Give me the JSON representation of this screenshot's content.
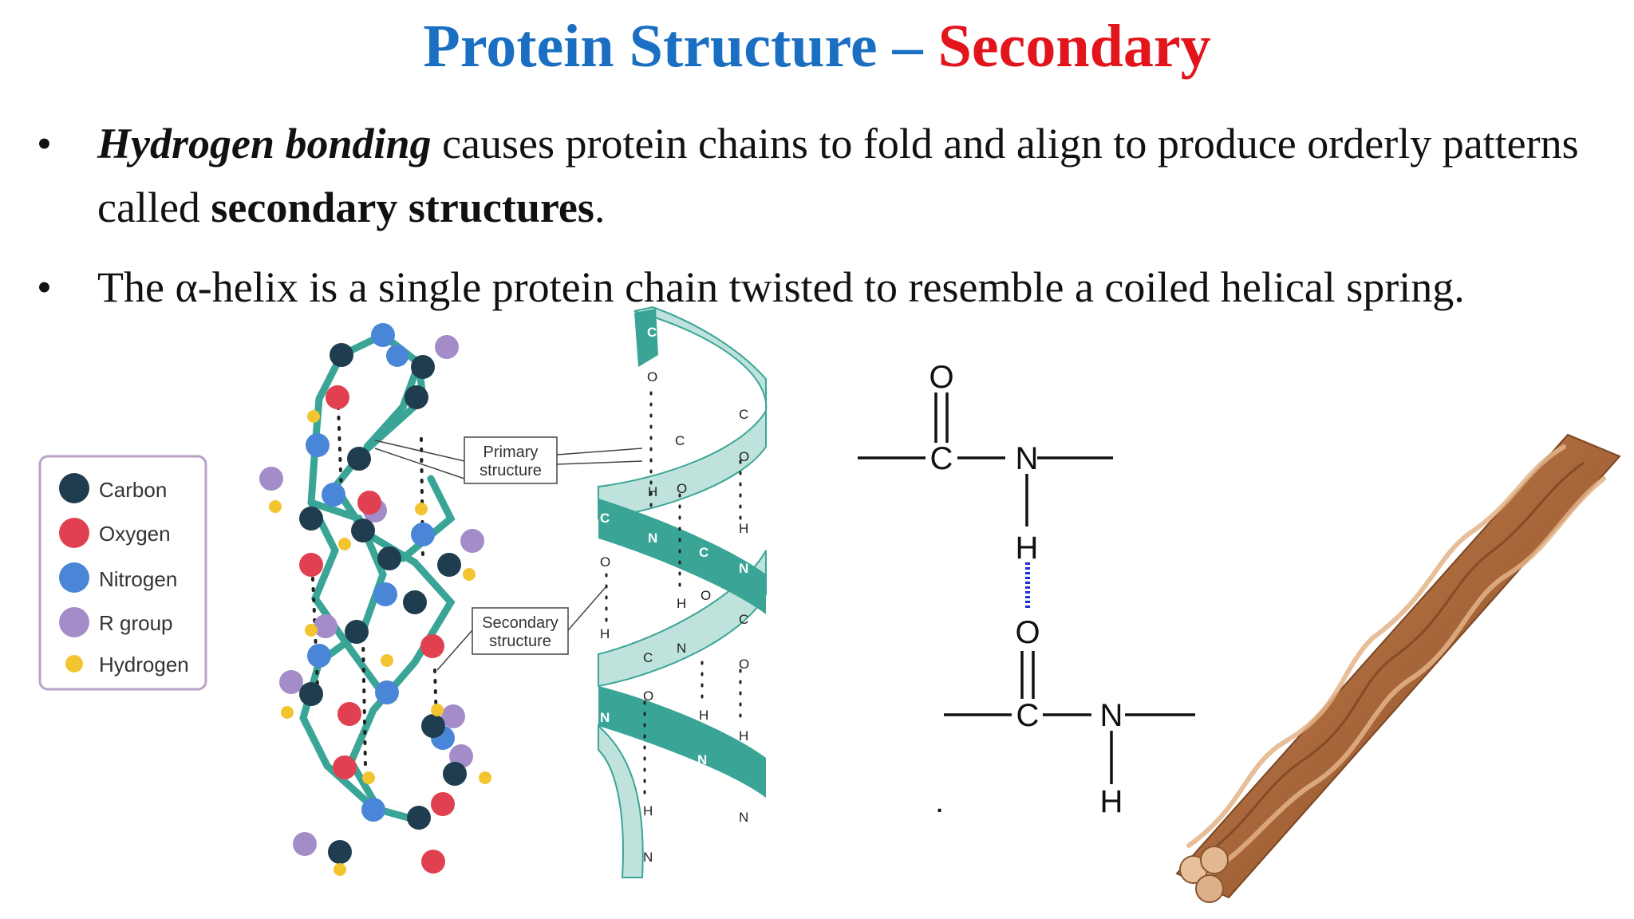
{
  "slide": {
    "title_part1": "Protein Structure – ",
    "title_part2": "Secondary",
    "title_colors": {
      "part1": "#1a6fc2",
      "part2": "#e2141c"
    },
    "bullets": [
      {
        "symbol": "•",
        "em_bold": "Hydrogen bonding",
        "text_a": " causes protein chains to fold and align to produce orderly patterns called ",
        "bold": "secondary structures",
        "text_b": "."
      },
      {
        "symbol": "•",
        "text": "The α-helix is a single protein chain twisted to resemble a coiled helical spring."
      }
    ]
  },
  "legend": {
    "items": [
      {
        "label": "Carbon",
        "color": "#1f3d4f"
      },
      {
        "label": "Oxygen",
        "color": "#e0404f"
      },
      {
        "label": "Nitrogen",
        "color": "#4a86d8"
      },
      {
        "label": "R group",
        "color": "#a48cc8"
      },
      {
        "label": "Hydrogen",
        "color": "#f2c530"
      }
    ]
  },
  "callouts": {
    "primary_line1": "Primary",
    "primary_line2": "structure",
    "secondary_line1": "Secondary",
    "secondary_line2": "structure"
  },
  "ribbon": {
    "color_front": "#3aa596",
    "color_back": "#bfe3dc",
    "atom_c": "C",
    "atom_o": "O",
    "atom_n": "N",
    "atom_h": "H"
  },
  "hbond_diagram": {
    "top": {
      "o": "O",
      "c": "C",
      "n": "N",
      "h": "H"
    },
    "bottom": {
      "o": "O",
      "c": "C",
      "n": "N",
      "h": "H"
    },
    "marker": ".",
    "hbond_color": "#1a2fd6"
  },
  "rope": {
    "color": "#a8673a"
  }
}
